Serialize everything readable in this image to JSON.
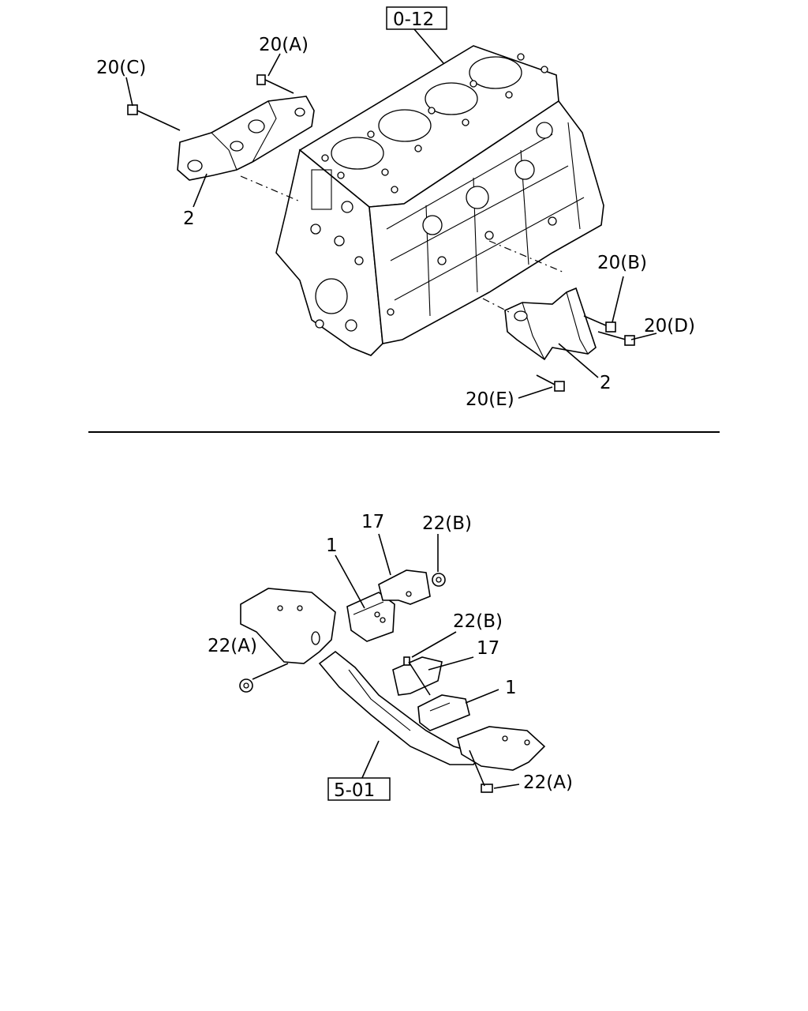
{
  "refs": {
    "top_ref": "0-12",
    "bottom_ref": "5-01"
  },
  "labels": {
    "p20a": "20(A)",
    "p20b": "20(B)",
    "p20c": "20(C)",
    "p20d": "20(D)",
    "p20e": "20(E)",
    "p2_left": "2",
    "p2_right": "2",
    "p1_top": "1",
    "p1_bottom": "1",
    "p17_top": "17",
    "p17_bottom": "17",
    "p22b_top": "22(B)",
    "p22b_mid": "22(B)",
    "p22a_left": "22(A)",
    "p22a_bottom": "22(A)"
  }
}
